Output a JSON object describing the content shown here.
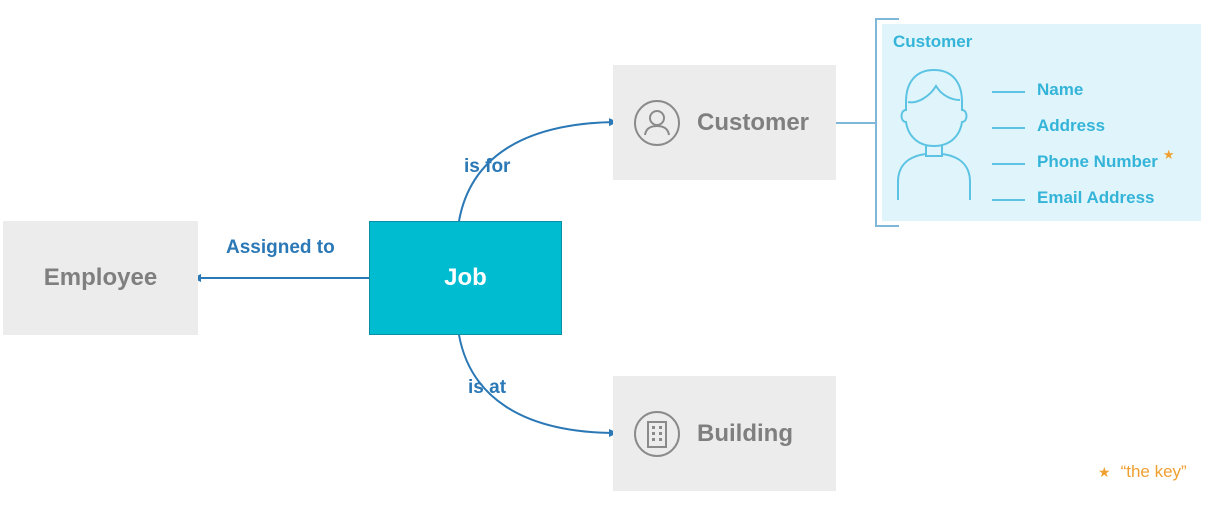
{
  "nodes": {
    "employee": {
      "label": "Employee"
    },
    "job": {
      "label": "Job"
    },
    "customer": {
      "label": "Customer",
      "icon": "person-circle-icon"
    },
    "building": {
      "label": "Building",
      "icon": "building-icon"
    }
  },
  "edges": {
    "assigned_to": {
      "label": "Assigned to"
    },
    "is_for": {
      "label": "is for"
    },
    "is_at": {
      "label": "is at"
    }
  },
  "detail": {
    "title": "Customer",
    "avatar_icon": "person-outline-icon",
    "attributes": [
      {
        "label": "Name",
        "key": false
      },
      {
        "label": "Address",
        "key": false
      },
      {
        "label": "Phone Number",
        "key": true
      },
      {
        "label": "Email Address",
        "key": false
      }
    ]
  },
  "legend": {
    "star": "★",
    "label": "“the key”"
  },
  "colors": {
    "job_fill": "#00bcd1",
    "box_fill": "#ececec",
    "box_text": "#7f7f7f",
    "edge": "#2a78b6",
    "detail_fill": "#e0f5fb",
    "detail_text": "#34b4d8",
    "key": "#f0a030"
  }
}
